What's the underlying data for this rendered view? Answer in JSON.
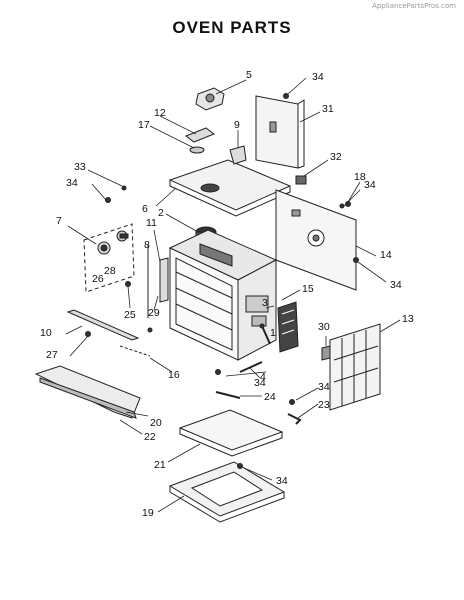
{
  "watermark": "AppliancePartsPros.com",
  "title": "OVEN PARTS",
  "callouts": {
    "c1": "1",
    "c2": "2",
    "c3": "3",
    "c4": "4",
    "c5": "5",
    "c6": "6",
    "c7": "7",
    "c8": "8",
    "c9": "9",
    "c10": "10",
    "c11": "11",
    "c12": "12",
    "c13": "13",
    "c14": "14",
    "c15": "15",
    "c16": "16",
    "c17": "17",
    "c18": "18",
    "c19": "19",
    "c20": "20",
    "c21": "21",
    "c22": "22",
    "c23": "23",
    "c24": "24",
    "c25": "25",
    "c26": "26",
    "c27": "27",
    "c28": "28",
    "c29": "29",
    "c30": "30",
    "c31": "31",
    "c32": "32",
    "c33": "33",
    "c34a": "34",
    "c34b": "34",
    "c34c": "34",
    "c34d": "34",
    "c34e": "34",
    "c34f": "34",
    "c34g": "34"
  }
}
